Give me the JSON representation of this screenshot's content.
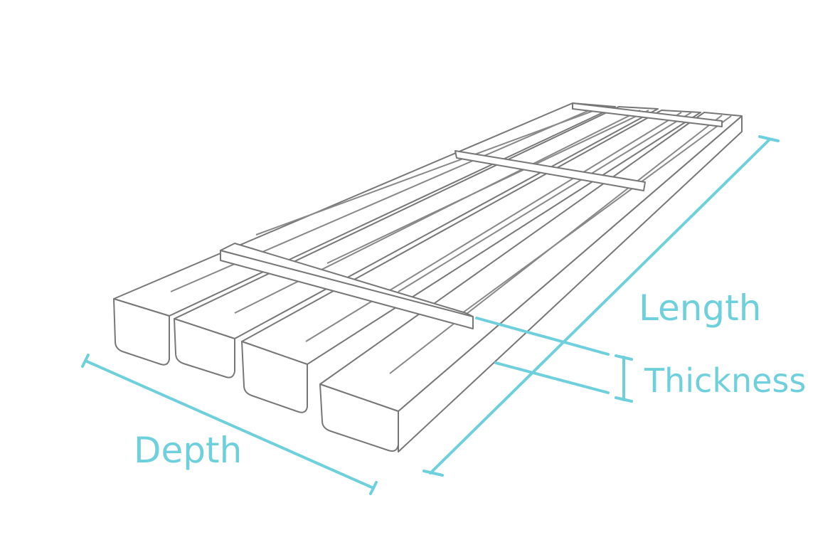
{
  "labels": {
    "length": "Length",
    "thickness": "Thickness",
    "depth": "Depth"
  },
  "colors": {
    "annotation": "#6dd0dc",
    "outline": "#777777"
  }
}
